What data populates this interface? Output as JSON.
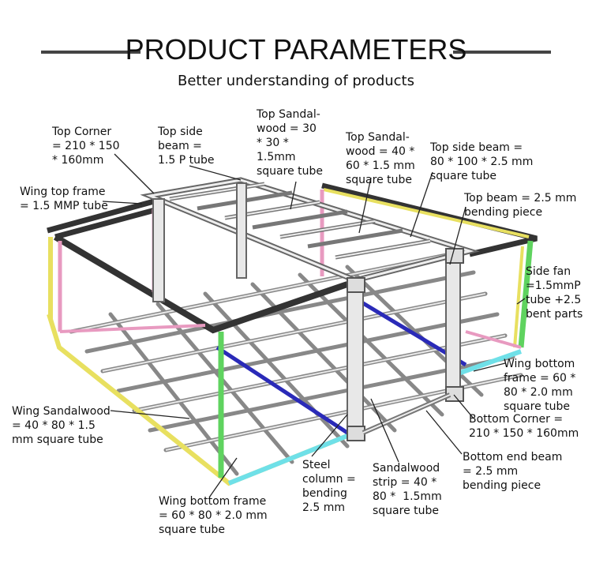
{
  "header": {
    "title": "PRODUCT PARAMETERS",
    "subtitle": "Better understanding of products"
  },
  "colors": {
    "frame_dark": "#333333",
    "wing_pink": "#e89ac0",
    "wing_yellow": "#e8e060",
    "wing_green": "#5fd35f",
    "bottom_blue": "#2a2ab8",
    "bottom_cyan": "#6fe0e8",
    "steel_light": "#e8e8e8",
    "steel_edge": "#666666"
  },
  "labels": {
    "top_corner": "Top Corner\n= 210 * 150\n* 160mm",
    "top_side_beam_p": "Top side\nbeam =\n1.5 P tube",
    "top_sandalwood_30": "Top Sandal-\nwood = 30\n* 30 *\n1.5mm\nsquare tube",
    "top_sandalwood_40": "Top Sandal-\nwood = 40 *\n60 * 1.5 mm\nsquare tube",
    "top_side_beam_80": "Top side beam =\n80 * 100 * 2.5 mm\nsquare tube",
    "wing_top_frame": "Wing top frame\n= 1.5 MMP tube",
    "top_beam": "Top beam = 2.5 mm\nbending piece",
    "side_fan": "Side fan\n=1.5mmP\ntube +2.5\nbent parts",
    "wing_bottom_frame_right": "Wing bottom\nframe = 60 *\n80 * 2.0 mm\nsquare tube",
    "wing_sandalwood": "Wing Sandalwood\n= 40 * 80 * 1.5\nmm square tube",
    "bottom_corner": "Bottom Corner =\n210 * 150 * 160mm",
    "bottom_end_beam": "Bottom end beam\n= 2.5 mm\nbending piece",
    "steel_column": "Steel\ncolumn =\nbending\n2.5 mm",
    "sandalwood_strip": "Sandalwood\nstrip = 40 *\n80 *  1.5mm\nsquare tube",
    "wing_bottom_frame_left": "Wing bottom frame\n= 60 * 80 * 2.0 mm\nsquare tube"
  }
}
